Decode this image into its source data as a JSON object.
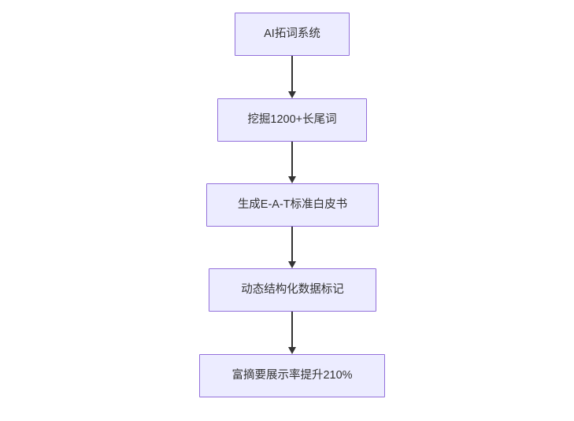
{
  "diagram": {
    "type": "flowchart",
    "direction": "top-down",
    "nodes": [
      {
        "id": "A",
        "label": "AI拓词系统"
      },
      {
        "id": "B",
        "label": "挖掘1200+长尾词"
      },
      {
        "id": "C",
        "label": "生成E-A-T标准白皮书"
      },
      {
        "id": "D",
        "label": "动态结构化数据标记"
      },
      {
        "id": "E",
        "label": "富摘要展示率提升210%"
      }
    ],
    "edges": [
      {
        "from": "A",
        "to": "B"
      },
      {
        "from": "B",
        "to": "C"
      },
      {
        "from": "C",
        "to": "D"
      },
      {
        "from": "D",
        "to": "E"
      }
    ],
    "colors": {
      "node_fill": "#ECECFF",
      "node_border": "#9370DB",
      "arrow": "#333333",
      "text": "#333333",
      "background": "#ffffff"
    }
  }
}
